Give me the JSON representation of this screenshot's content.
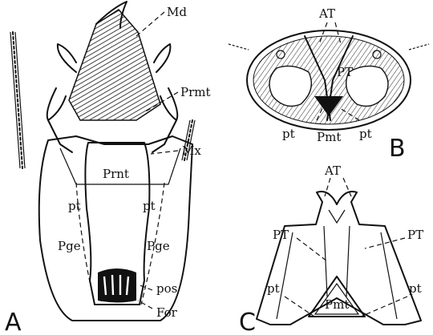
{
  "figure": {
    "panel_a": {
      "letter": "A",
      "labels": {
        "md": "Md",
        "prmt": "Prmt",
        "mx": "Mx",
        "prnt": "Prnt",
        "pt_left": "pt",
        "pt_right": "pt",
        "pge_left": "Pge",
        "pge_right": "Pge",
        "pos": "pos",
        "for": "For"
      }
    },
    "panel_b": {
      "letter": "B",
      "labels": {
        "at": "AT",
        "pt_upper": "PT",
        "pt_left": "pt",
        "pmt": "Pmt",
        "pt_right": "pt"
      }
    },
    "panel_c": {
      "letter": "C",
      "labels": {
        "at": "AT",
        "pt_upper_left": "PT",
        "pt_upper_right": "PT",
        "pt_left": "pt",
        "pmt": "Pmt",
        "pt_right": "pt"
      }
    }
  }
}
